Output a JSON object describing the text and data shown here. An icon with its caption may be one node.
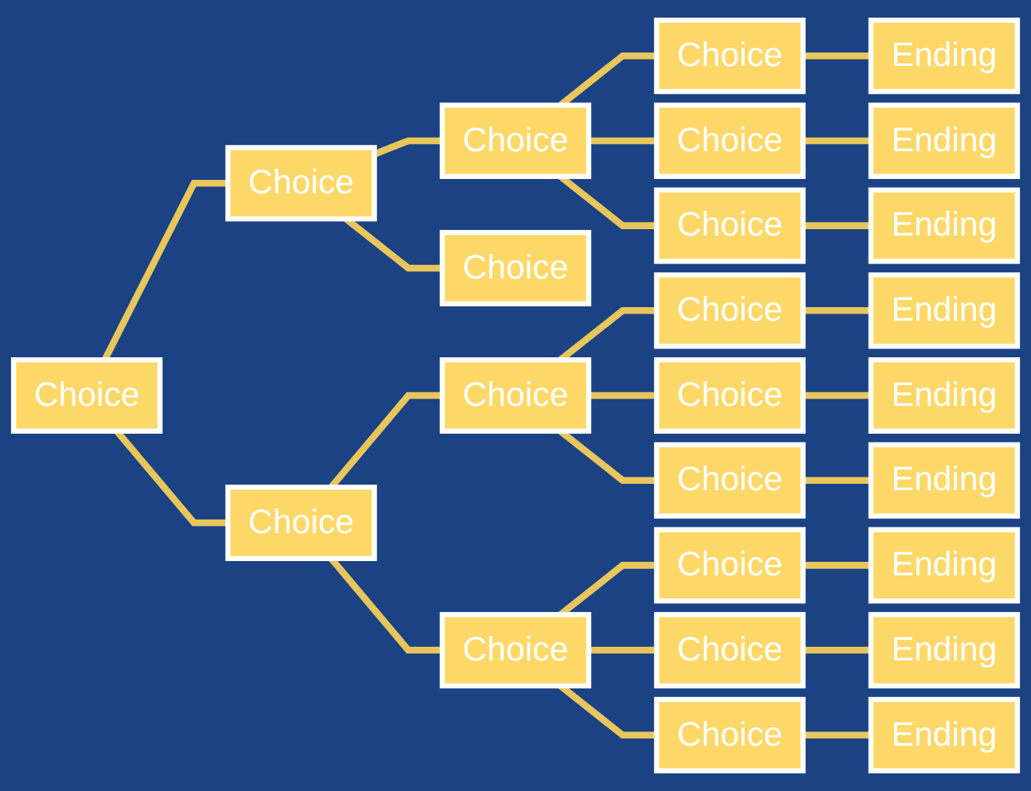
{
  "diagram": {
    "nodes": [
      {
        "text": [
          "Choice"
        ]
      },
      {
        "text": [
          "Choice"
        ]
      },
      {
        "text": [
          "Choice"
        ]
      },
      {
        "text": [
          "Choice"
        ]
      },
      {
        "text": [
          "Choice"
        ]
      },
      {
        "text": [
          "Choice"
        ]
      },
      {
        "text": [
          "Choice"
        ]
      },
      {
        "text": [
          "Choice"
        ]
      },
      {
        "text": [
          "Choice"
        ]
      },
      {
        "text": [
          "Choice"
        ]
      },
      {
        "text": [
          "Choice"
        ]
      },
      {
        "text": [
          "Choice"
        ]
      },
      {
        "text": [
          "Choice"
        ]
      },
      {
        "text": [
          "Choice"
        ]
      },
      {
        "text": [
          "Choice"
        ]
      },
      {
        "text": [
          "Choice"
        ]
      },
      {
        "text": [
          "Ending"
        ]
      },
      {
        "text": [
          "Ending"
        ]
      },
      {
        "text": [
          "Ending"
        ]
      },
      {
        "text": [
          "Ending"
        ]
      },
      {
        "text": [
          "Ending"
        ]
      },
      {
        "text": [
          "Ending"
        ]
      },
      {
        "text": [
          "Ending"
        ]
      },
      {
        "text": [
          "Ending"
        ]
      },
      {
        "text": [
          "Ending"
        ]
      }
    ],
    "edges": [
      {
        "from": 0,
        "to": 1,
        "arrow": "none"
      },
      {
        "from": 0,
        "to": 2,
        "arrow": "none"
      },
      {
        "from": 1,
        "to": 3,
        "arrow": "none"
      },
      {
        "from": 1,
        "to": 4,
        "arrow": "none"
      },
      {
        "from": 2,
        "to": 5,
        "arrow": "none"
      },
      {
        "from": 2,
        "to": 6,
        "arrow": "none"
      },
      {
        "from": 3,
        "to": 7,
        "arrow": "none"
      },
      {
        "from": 3,
        "to": 8,
        "arrow": "none"
      },
      {
        "from": 3,
        "to": 9,
        "arrow": "none"
      },
      {
        "from": 5,
        "to": 10,
        "arrow": "none"
      },
      {
        "from": 5,
        "to": 11,
        "arrow": "none"
      },
      {
        "from": 5,
        "to": 12,
        "arrow": "none"
      },
      {
        "from": 6,
        "to": 13,
        "arrow": "none"
      },
      {
        "from": 6,
        "to": 14,
        "arrow": "none"
      },
      {
        "from": 6,
        "to": 15,
        "arrow": "none"
      },
      {
        "from": 7,
        "to": 16,
        "arrow": "none"
      },
      {
        "from": 8,
        "to": 17,
        "arrow": "none"
      },
      {
        "from": 9,
        "to": 18,
        "arrow": "none"
      },
      {
        "from": 10,
        "to": 19,
        "arrow": "none"
      },
      {
        "from": 11,
        "to": 20,
        "arrow": "none"
      },
      {
        "from": 12,
        "to": 21,
        "arrow": "none"
      },
      {
        "from": 13,
        "to": 22,
        "arrow": "none"
      },
      {
        "from": 14,
        "to": 23,
        "arrow": "none"
      },
      {
        "from": 15,
        "to": 24,
        "arrow": "none"
      }
    ]
  }
}
